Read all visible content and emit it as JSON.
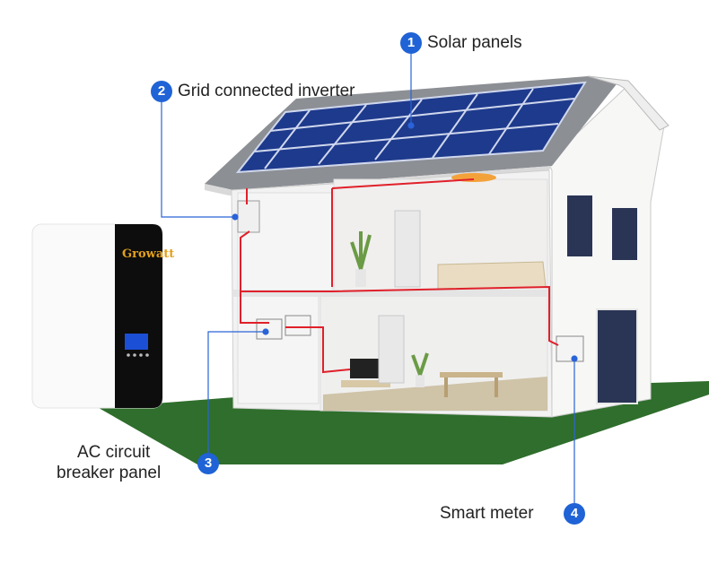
{
  "callouts": [
    {
      "number": "1",
      "text": "Solar panels"
    },
    {
      "number": "2",
      "text": "Grid connected inverter"
    },
    {
      "number": "3",
      "text_line1": "AC circuit",
      "text_line2": "breaker panel"
    },
    {
      "number": "4",
      "text": "Smart meter"
    }
  ],
  "inverter_brand": "Growatt",
  "colors": {
    "badge": "#1f63d6",
    "wire": "#e0202a",
    "leader": "#2a63d8",
    "lawn": "#2f6e2c",
    "roof": "#8c8f94",
    "panel": "#1e3a8c"
  }
}
